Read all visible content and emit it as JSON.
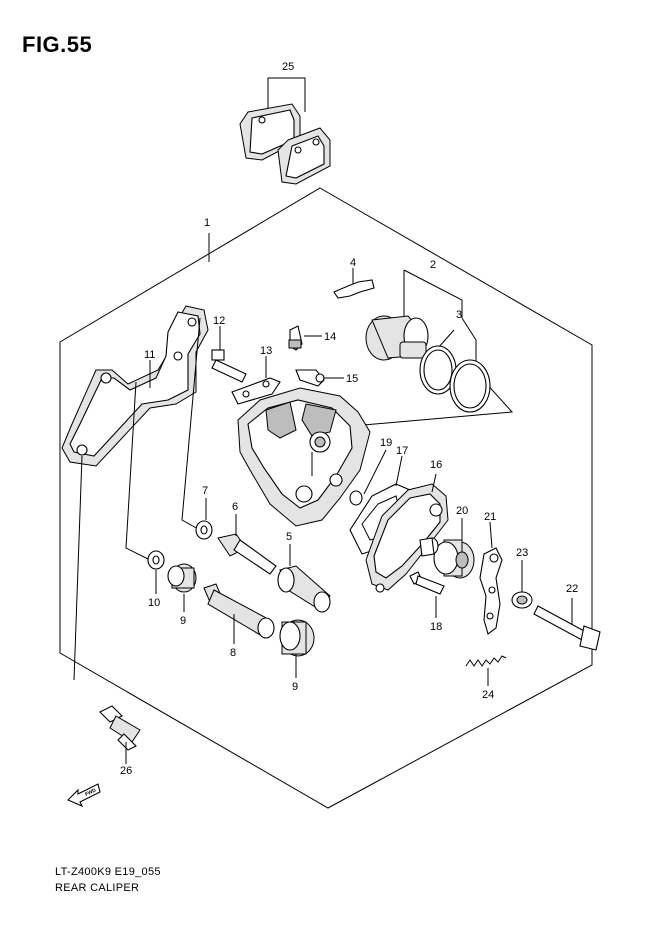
{
  "figure": {
    "title": "FIG.55",
    "code": "LT-Z400K9 E19_055",
    "name": "REAR CALIPER",
    "fwd": "FWD"
  },
  "callouts": [
    "1",
    "2",
    "3",
    "4",
    "5",
    "6",
    "7",
    "8",
    "9",
    "9",
    "10",
    "11",
    "12",
    "13",
    "14",
    "15",
    "16",
    "17",
    "18",
    "19",
    "20",
    "21",
    "22",
    "23",
    "24",
    "25",
    "26"
  ]
}
